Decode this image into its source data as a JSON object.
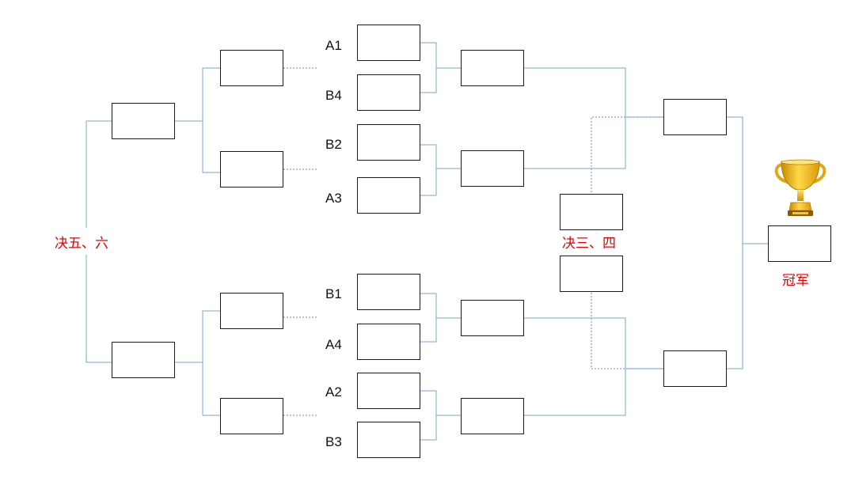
{
  "seeds": {
    "a1": "A1",
    "b4": "B4",
    "b2": "B2",
    "a3": "A3",
    "b1": "B1",
    "a4": "A4",
    "a2": "A2",
    "b3": "B3"
  },
  "labels": {
    "fifth_sixth_playoff": "决五、六",
    "third_fourth_playoff": "决三、四",
    "champion": "冠军"
  },
  "colors": {
    "connector": "#7aa6d6",
    "box_border": "#1a1a1a",
    "label_red": "#e60000",
    "trophy_gold": "#f2b91c"
  },
  "icons": {
    "trophy": "trophy-icon"
  }
}
